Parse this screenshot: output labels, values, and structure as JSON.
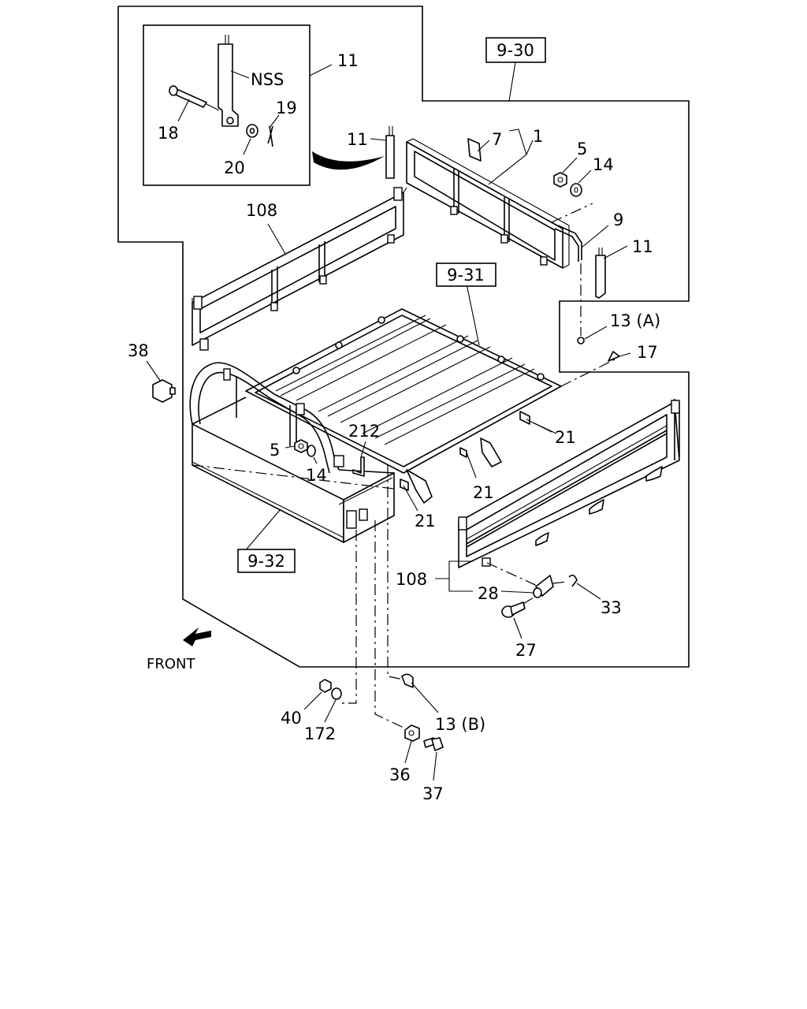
{
  "labels": {
    "l11_inset": "11",
    "nss": "NSS",
    "l19": "19",
    "l18": "18",
    "l20": "20",
    "l11_top": "11",
    "l7": "7",
    "l1": "1",
    "l5_top": "5",
    "l14_top": "14",
    "l9": "9",
    "l11_right": "11",
    "l108_left": "108",
    "l13a": "13 (A)",
    "l17": "17",
    "l38": "38",
    "l212": "212",
    "l5_mid": "5",
    "l14_mid": "14",
    "l21_a": "21",
    "l21_b": "21",
    "l21_c": "21",
    "l108_right": "108",
    "l28": "28",
    "l33": "33",
    "l27": "27",
    "front": "FRONT",
    "l40": "40",
    "l172": "172",
    "l13b": "13 (B)",
    "l36": "36",
    "l37": "37"
  },
  "refs": {
    "r930": "9-30",
    "r931": "9-31",
    "r932": "9-32"
  }
}
